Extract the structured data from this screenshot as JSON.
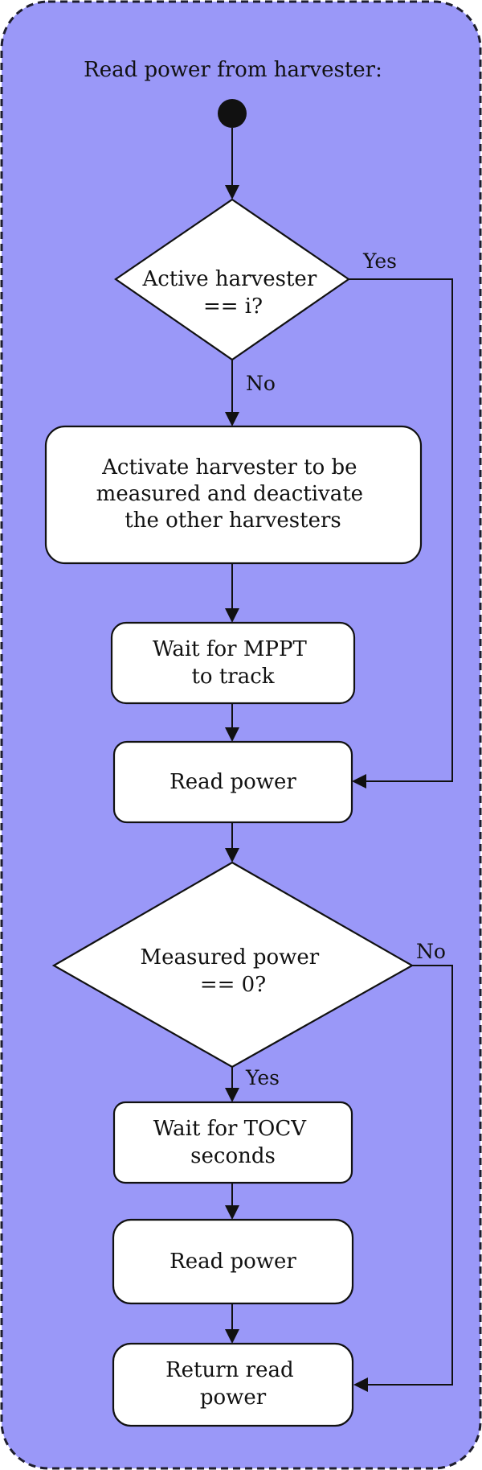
{
  "diagram": {
    "title": "Read power from harvester:",
    "colors": {
      "background": "#9a98f8",
      "node_fill": "#ffffff",
      "stroke": "#111111"
    },
    "nodes": {
      "decision_active": [
        "Active harvester",
        "== i?"
      ],
      "activate": [
        "Activate harvester to be",
        "measured and deactivate",
        "the other harvesters"
      ],
      "wait_mppt": [
        "Wait for MPPT",
        "to track"
      ],
      "read_power_1": [
        "Read power"
      ],
      "decision_measured": [
        "Measured power",
        "== 0?"
      ],
      "wait_tocv": [
        "Wait for TOCV",
        "seconds"
      ],
      "read_power_2": [
        "Read power"
      ],
      "return": [
        "Return read",
        "power"
      ]
    },
    "edge_labels": {
      "active_yes": "Yes",
      "active_no": "No",
      "measured_no": "No",
      "measured_yes": "Yes"
    }
  }
}
